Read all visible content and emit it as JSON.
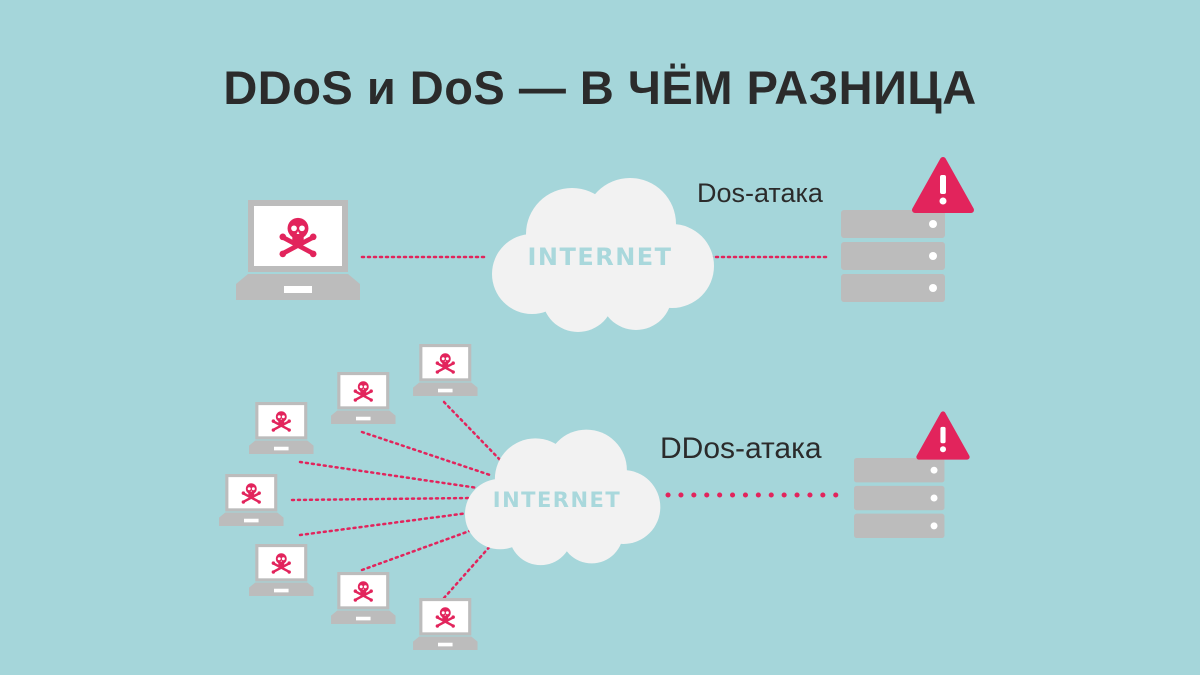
{
  "title": "DDoS и DoS — В ЧЁМ РАЗНИЦА",
  "dos": {
    "label": "Dos-атака",
    "cloud_label": "INTERNET"
  },
  "ddos": {
    "label": "DDos-атака",
    "cloud_label": "INTERNET",
    "attacker_count": 7
  },
  "colors": {
    "background": "#a5d6da",
    "device": "#bcbcbc",
    "device_dark": "#9a9a9a",
    "skull": "#e2245c",
    "cloud": "#f2f2f2",
    "title": "#2b2b2b"
  },
  "icons": [
    "laptop-icon",
    "skull-icon",
    "cloud-icon",
    "server-icon",
    "warning-icon"
  ]
}
